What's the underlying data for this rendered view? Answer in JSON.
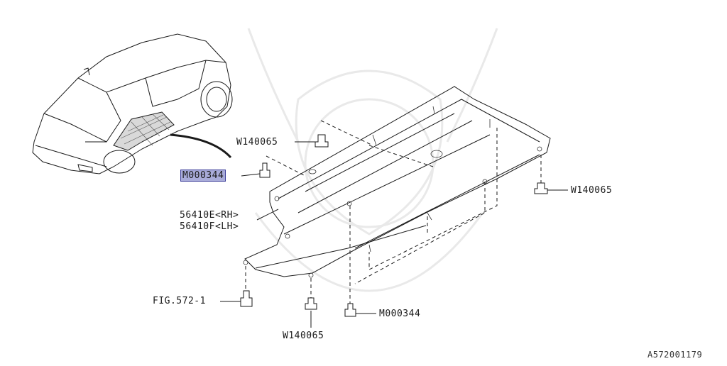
{
  "callouts": {
    "w140065_top": "W140065",
    "m000344_left": "M000344",
    "part_rh": "56410E<RH>",
    "part_lh": "56410F<LH>",
    "w140065_right": "W140065",
    "fig_ref": "FIG.572-1",
    "w140065_bottom": "W140065",
    "m000344_bottom": "M000344"
  },
  "figure_id": "A572001179",
  "colors": {
    "highlight_fill": "#a9acd9",
    "highlight_border": "#3d3f9a",
    "line": "#1a1a1a",
    "watermark": "#e9e9e9"
  }
}
